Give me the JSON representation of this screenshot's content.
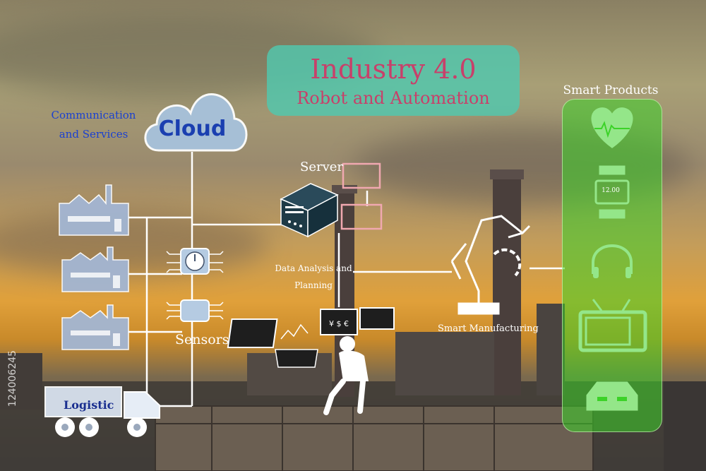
{
  "title": {
    "main": "Industry 4.0",
    "sub": "Robot and Automation"
  },
  "nodes": {
    "cloud": "Cloud",
    "communication": "Communication and Services",
    "sensors": "Sensors",
    "server": "Server",
    "data_analysis": "Data Analysis and Planning",
    "smart_manufacturing": "Smart Manufacturing",
    "smart_products": "Smart Products",
    "logistic": "Logistic"
  },
  "watch_display": "12.00",
  "stock_id": "124006245",
  "icons": [
    "cloud-icon",
    "factory-icon",
    "chip-gauge-icon",
    "chip-sensor-icon",
    "server-icon",
    "monitor-icon",
    "person-laptop-icon",
    "robot-arm-icon",
    "heart-icon",
    "watch-icon",
    "headphones-icon",
    "tv-icon",
    "car-icon",
    "truck-icon"
  ],
  "colors": {
    "title_box": "#50c8af",
    "title_text": "#c8406a",
    "products_panel": "#3cd228",
    "link_lines": "#ffffff",
    "node_text_blue": "#1a40d0"
  }
}
